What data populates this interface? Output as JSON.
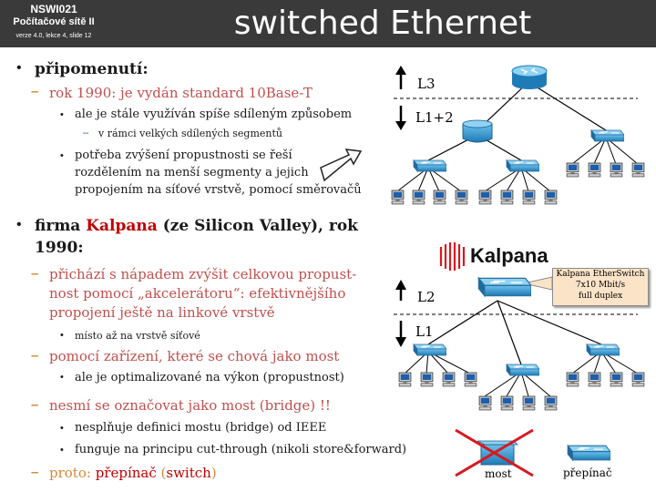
{
  "header": {
    "course_code": "NSWI021",
    "course_name": "Počítačové sítě II",
    "version_info": "verze 4.0, lekce 4, slide 12",
    "title": "switched Ethernet"
  },
  "content": {
    "l1_text": "připomenutí:",
    "l2_text": "rok 1990: je vydán standard 10Base-T",
    "l3_text": "ale je stále využíván spíše sdíleným způsobem",
    "l4_text": "v rámci velkých sdílených segmentů",
    "l5_text1": "potřeba zvýšení propustnosti se řeší",
    "l5_text2": "rozdělením na menší segmenty a jejich",
    "l5_text3": "propojením na síťové vrstvě, pomocí směrovačů",
    "l6_pre": "firma ",
    "l6_brand": "Kalpana",
    "l6_post": " (ze Silicon Valley), rok",
    "l6_cont": "1990:",
    "l7_text1": "přichází s nápadem zvýšit celkovou propust-",
    "l7_text2": "nost pomocí „akcelerátoru“: efektivnějšího",
    "l7_text3": "propojení ještě na linkové vrstvě",
    "l8_text": "místo až na vrstvě síťové",
    "l9_text": "pomocí zařízení, které se chová jako most",
    "l10_text": "ale je optimalizované na výkon (propustnost)",
    "l11_text": "nesmí se označovat jako most (bridge) !!",
    "l12_text": "nesplňuje definici mostu (bridge) od IEEE",
    "l13_text": "funguje na principu cut-through (nikoli store&forward)",
    "l14_pre": "proto: ",
    "l14_word1": "přepínač",
    "l14_mid": " (",
    "l14_word2": "switch",
    "l14_post": ")"
  },
  "diagram_top": {
    "label_upper": "L3",
    "label_lower": "L1+2"
  },
  "diagram_bottom": {
    "logo_text": "Kalpana",
    "label_upper": "L2",
    "label_lower": "L1",
    "callout_line1": "Kalpana EtherSwitch",
    "callout_line2": "7x10 Mbit/s",
    "callout_line3": "full duplex"
  },
  "legend": {
    "bridge_label": "most",
    "switch_label": "přepínač"
  },
  "colors": {
    "header_bg": "#3a3a3a",
    "accent_orange": "#d6893a",
    "accent_red": "#c00000",
    "device_blue": "#2e8fc7"
  }
}
